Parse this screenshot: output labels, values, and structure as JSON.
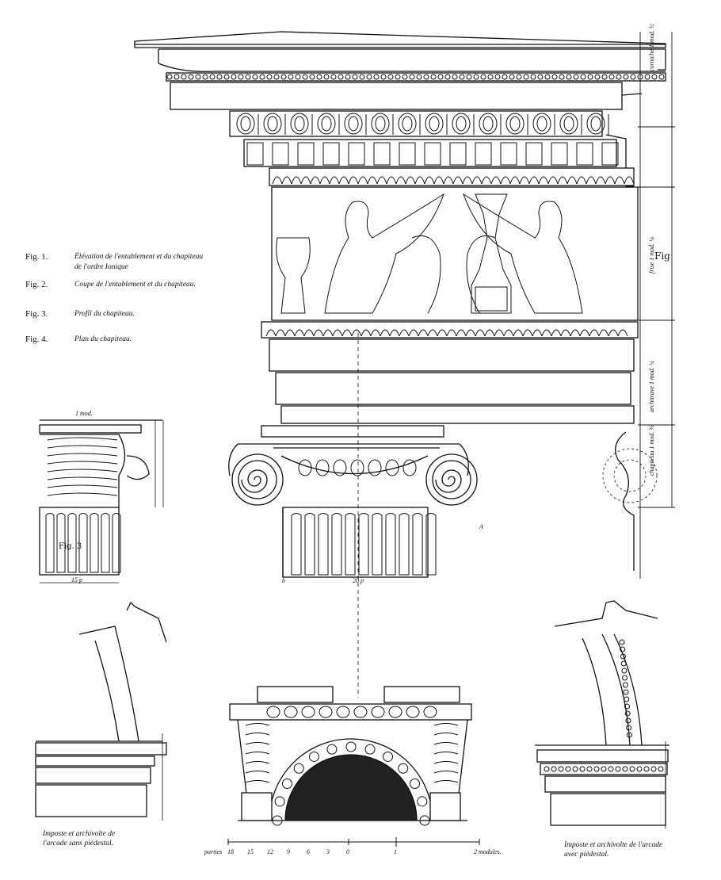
{
  "legend": [
    {
      "fig": "Fig. 1.",
      "text": "Élévation de l'entablement et du chapiteau de l'ordre Ionique"
    },
    {
      "fig": "Fig. 2.",
      "text": "Coupe de l'entablement et du chapiteau."
    },
    {
      "fig": "Fig. 3.",
      "text": "Profil du chapiteau."
    },
    {
      "fig": "Fig. 4.",
      "text": "Plan du chapiteau."
    }
  ],
  "labels": {
    "fig3_label": "Fig. 3",
    "fig2_label": "Fig",
    "caption_left": "Imposte et archivolte de l'arcade sans piédestal.",
    "caption_right": "Imposte et archivolte de l'arcade avec piédestal.",
    "dim_mod": "1 mod.",
    "dim_15p": "15 p",
    "dim_20p": "20 p",
    "dim_a": "A",
    "dim_b": "b",
    "dim_corniche": "corniche 1 mod. ½",
    "dim_frise": "frise 1 mod. ¼",
    "dim_architrave": "architrave 1 mod. ¼",
    "dim_chapiteau": "chapiteau 1 mod. ⅔"
  },
  "scale": {
    "left_label": "parties",
    "ticks": [
      "18",
      "15",
      "12",
      "9",
      "6",
      "3",
      "0"
    ],
    "mid_tick": "1",
    "right_label": "2 modules."
  },
  "colors": {
    "ink": "#111111",
    "paper": "#ffffff"
  }
}
